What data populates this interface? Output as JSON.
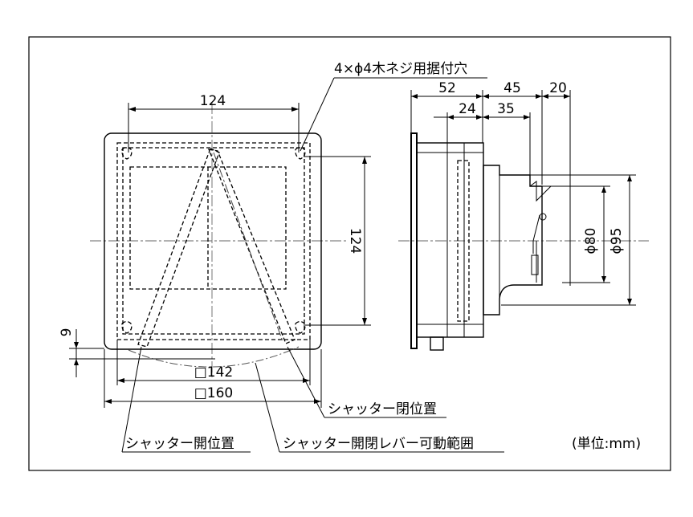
{
  "labels": {
    "mount_holes": "4×ϕ4木ネジ用据付穴",
    "shutter_closed": "シャッター閉位置",
    "shutter_open": "シャッター開位置",
    "lever_range": "シャッター開閉レバー可動範囲",
    "unit": "(単位:mm)"
  },
  "front_dims": {
    "top_width": "124",
    "right_height": "124",
    "inner_square": "□142",
    "outer_square": "□160",
    "left_offset": "9"
  },
  "side_dims": {
    "d52": "52",
    "d45": "45",
    "d20": "20",
    "d24": "24",
    "d35": "35",
    "phi80": "ϕ80",
    "phi95": "ϕ95"
  }
}
